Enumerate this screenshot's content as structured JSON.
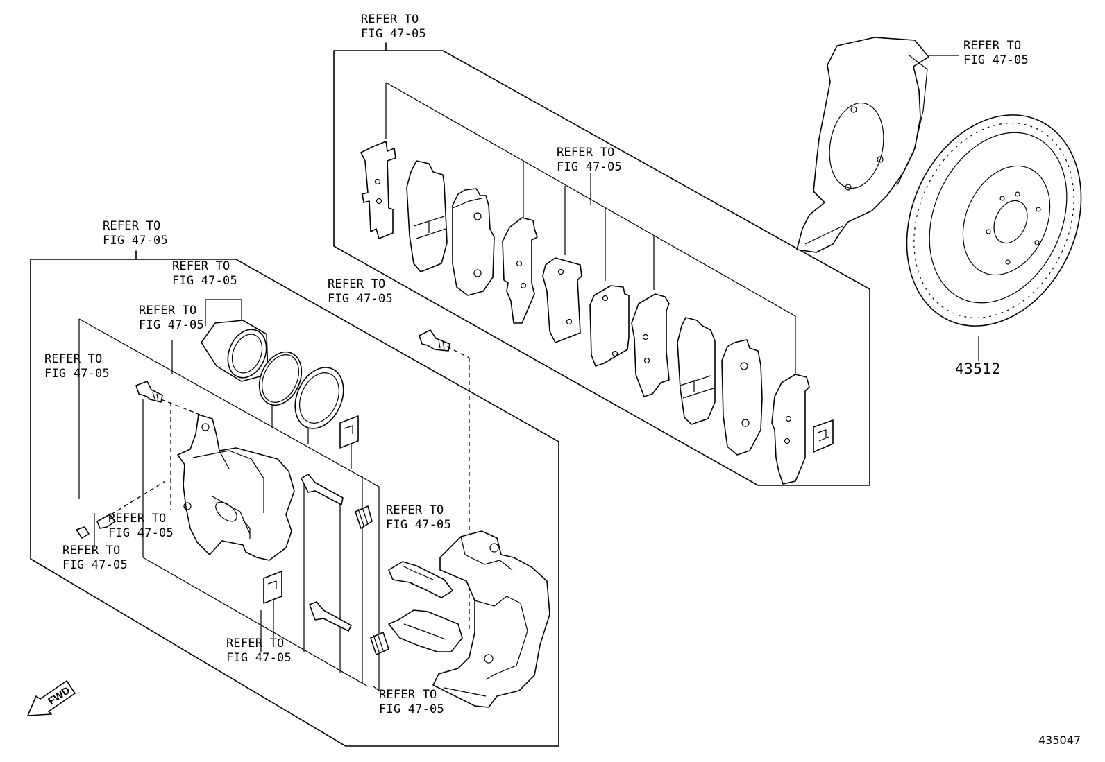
{
  "diagram": {
    "refer_labels": [
      {
        "id": "ref-top-pads",
        "line1": "REFER TO",
        "line2": "FIG 47-05"
      },
      {
        "id": "ref-shield",
        "line1": "REFER TO",
        "line2": "FIG 47-05"
      },
      {
        "id": "ref-mid-pads",
        "line1": "REFER TO",
        "line2": "FIG 47-05"
      },
      {
        "id": "ref-caliper-assy",
        "line1": "REFER TO",
        "line2": "FIG 47-05"
      },
      {
        "id": "ref-piston",
        "line1": "REFER TO",
        "line2": "FIG 47-05"
      },
      {
        "id": "ref-bolt",
        "line1": "REFER TO",
        "line2": "FIG 47-05"
      },
      {
        "id": "ref-seal",
        "line1": "REFER TO",
        "line2": "FIG 47-05"
      },
      {
        "id": "ref-left-bleeder",
        "line1": "REFER TO",
        "line2": "FIG 47-05"
      },
      {
        "id": "ref-caliper-body",
        "line1": "REFER TO",
        "line2": "FIG 47-05"
      },
      {
        "id": "ref-cap",
        "line1": "REFER TO",
        "line2": "FIG 47-05"
      },
      {
        "id": "ref-clips",
        "line1": "REFER TO",
        "line2": "FIG 47-05"
      },
      {
        "id": "ref-pins",
        "line1": "REFER TO",
        "line2": "FIG 47-05"
      },
      {
        "id": "ref-support",
        "line1": "REFER TO",
        "line2": "FIG 47-05"
      }
    ],
    "part_number": "43512",
    "figure_number": "435047",
    "direction_label": "FWD"
  }
}
